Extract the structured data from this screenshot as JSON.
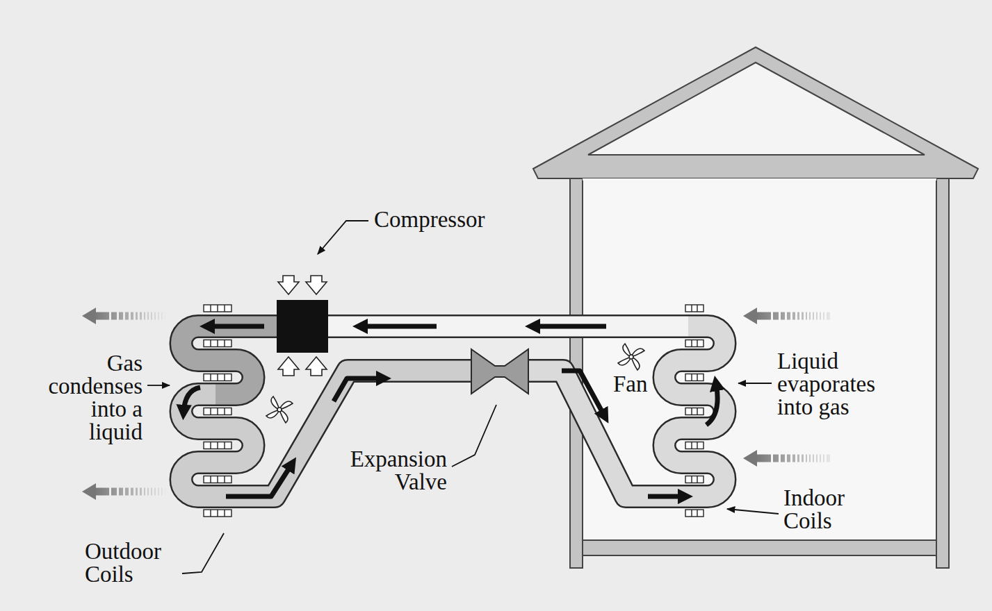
{
  "diagram": {
    "labels": [
      "Compressor",
      "Gas condenses into a liquid",
      "Fan",
      "Liquid evaporates into gas",
      "Expansion Valve",
      "Indoor Coils",
      "Outdoor Coils"
    ]
  }
}
